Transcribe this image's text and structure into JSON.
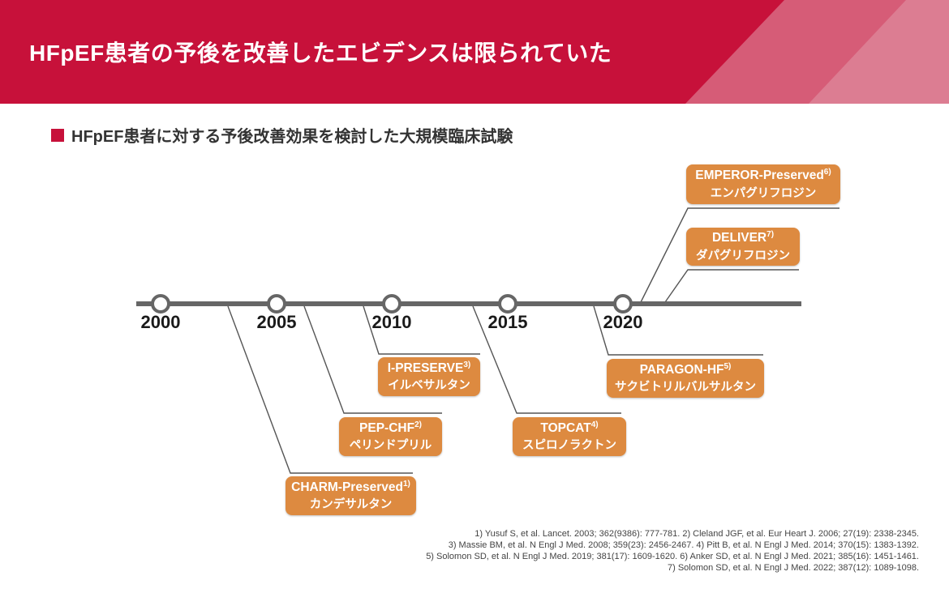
{
  "header": {
    "title": "HFpEF患者の予後を改善したエビデンスは限られていた"
  },
  "subtitle": {
    "marker": "red-square-bullet",
    "text": "HFpEF患者に対する予後改善効果を検討した大規模臨床試験"
  },
  "timeline": {
    "years": [
      "2000",
      "2005",
      "2010",
      "2015",
      "2020"
    ],
    "trials": [
      {
        "name": "CHARM-Preserved",
        "ref": "1)",
        "drug": "カンデサルタン"
      },
      {
        "name": "PEP-CHF",
        "ref": "2)",
        "drug": "ペリンドプリル"
      },
      {
        "name": "I-PRESERVE",
        "ref": "3)",
        "drug": "イルベサルタン"
      },
      {
        "name": "TOPCAT",
        "ref": "4)",
        "drug": "スピロノラクトン"
      },
      {
        "name": "PARAGON-HF",
        "ref": "5)",
        "drug": "サクビトリルバルサルタン"
      },
      {
        "name": "EMPEROR-Preserved",
        "ref": "6)",
        "drug": "エンパグリフロジン"
      },
      {
        "name": "DELIVER",
        "ref": "7)",
        "drug": "ダパグリフロジン"
      }
    ]
  },
  "references": {
    "lines": [
      "1) Yusuf S, et al. Lancet. 2003; 362(9386): 777-781. 2) Cleland JGF, et al. Eur Heart J. 2006; 27(19): 2338-2345.",
      "3) Massie BM, et al. N Engl J Med. 2008; 359(23): 2456-2467. 4) Pitt B, et al. N Engl J Med. 2014; 370(15): 1383-1392.",
      "5) Solomon SD, et al. N Engl J Med. 2019; 381(17): 1609-1620. 6) Anker SD, et al. N Engl J Med. 2021; 385(16): 1451-1461.",
      "7) Solomon SD, et al. N Engl J Med. 2022; 387(12): 1089-1098."
    ]
  },
  "colors": {
    "brand_red": "#C7113A",
    "stripe_mid_pink": "#D65C77",
    "stripe_light_pink": "#DC7D92",
    "accent_orange": "#DD8A40",
    "timeline_gray": "#666666",
    "connector_gray": "#555555"
  }
}
